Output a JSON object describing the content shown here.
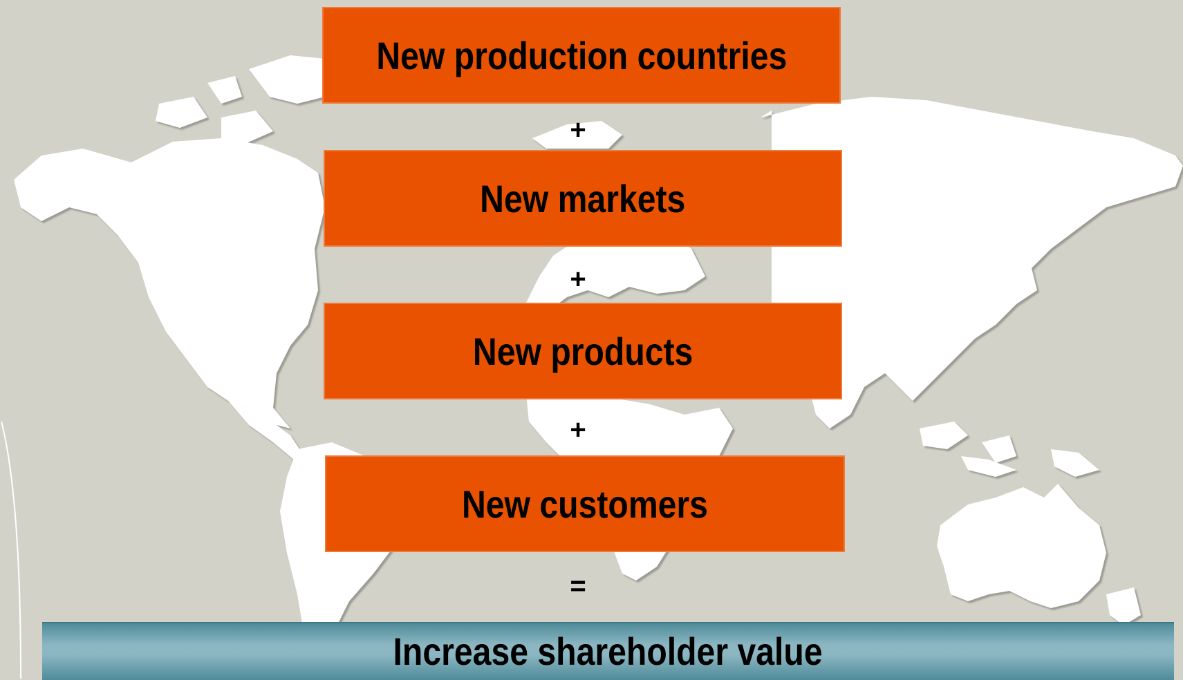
{
  "steps": [
    {
      "label": "New production countries"
    },
    {
      "label": "New markets"
    },
    {
      "label": "New products"
    },
    {
      "label": "New customers"
    }
  ],
  "operators": {
    "plus": "+",
    "equals": "="
  },
  "result": {
    "label": "Increase shareholder value"
  },
  "colors": {
    "background": "#d3d2c8",
    "land": "#ffffff",
    "step_box": "#e85200",
    "result_banner": "#8cb7c2"
  }
}
